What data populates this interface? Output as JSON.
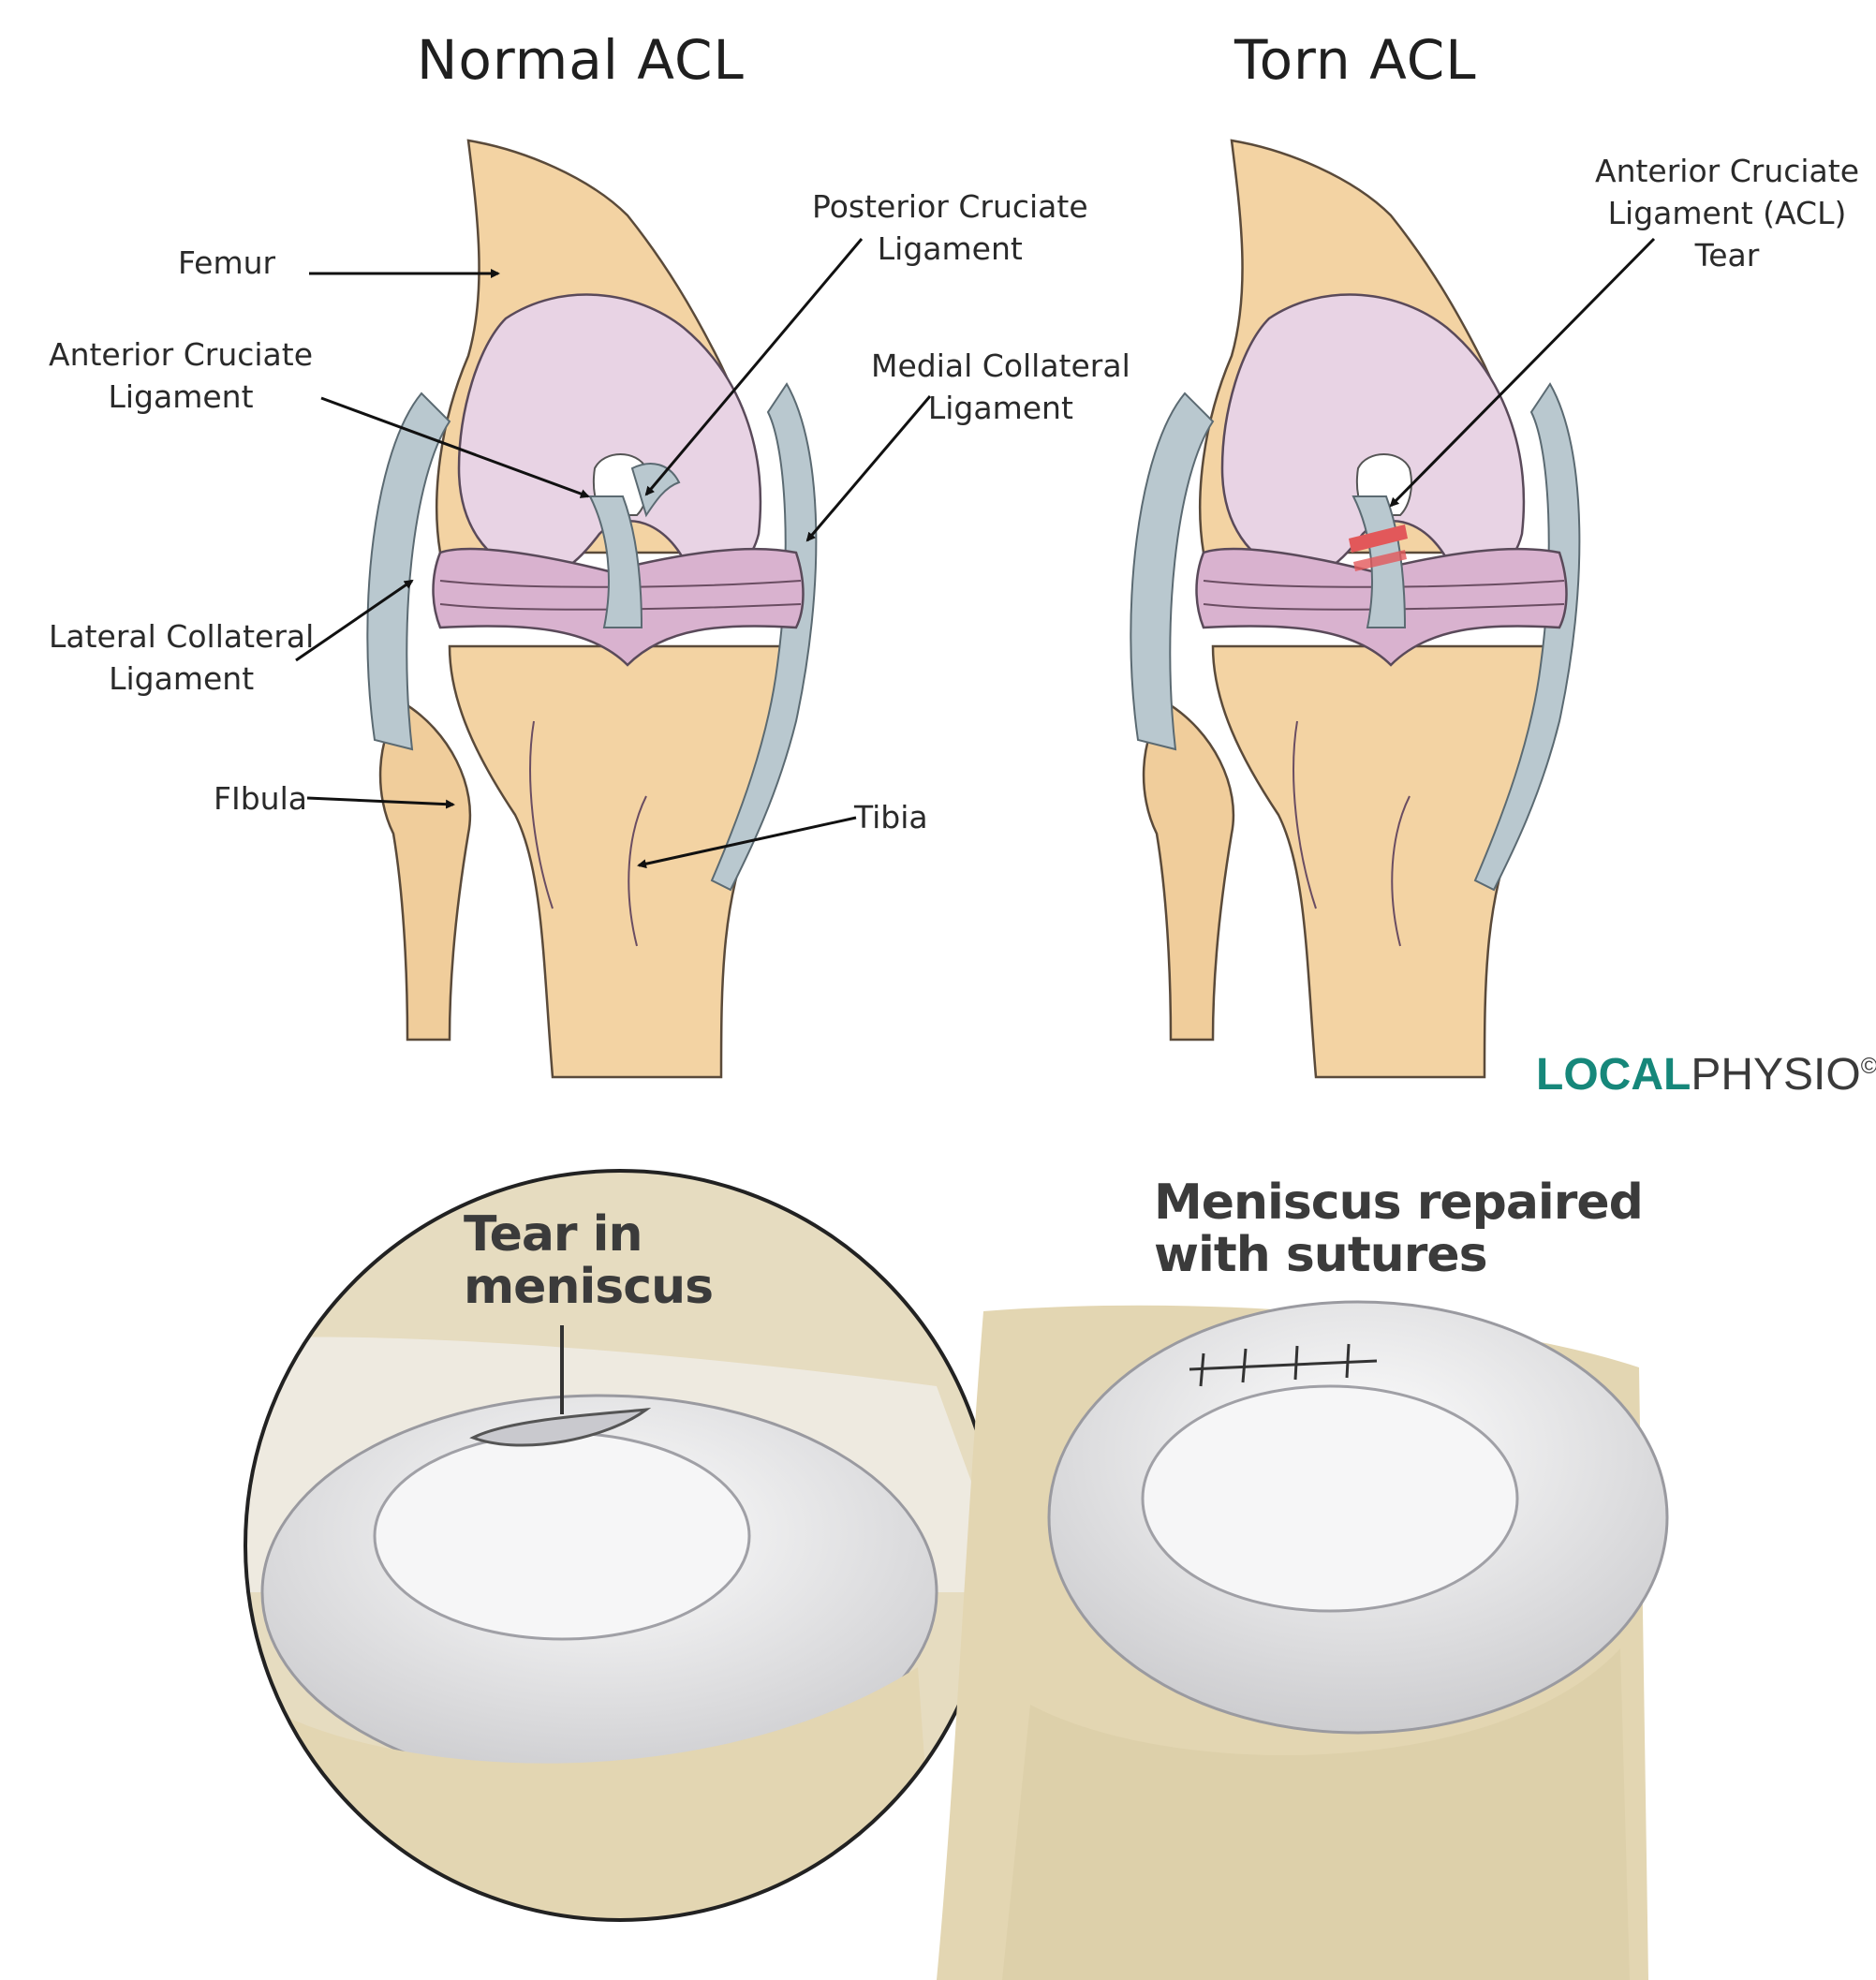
{
  "colors": {
    "bone": "#f3d3a3",
    "bone_shadow": "#d9ae78",
    "cartilage": "#e8d3e4",
    "meniscus": "#d9b2cf",
    "ligament": "#b9c8cf",
    "tear": "#e2585a",
    "meniscus_disc": "#eeeeef",
    "tibial_plateau": "#e3dcc3",
    "logo_accent": "#16877a",
    "logo_text": "#3a3a3a"
  },
  "normal": {
    "title": "Normal ACL",
    "labels": {
      "femur": "Femur",
      "acl_line1": "Anterior Cruciate",
      "acl_line2": "Ligament",
      "pcl_line1": "Posterior  Cruciate",
      "pcl_line2": "Ligament",
      "mcl_line1": "Medial Collateral",
      "mcl_line2": "Ligament",
      "lcl_line1": "Lateral Collateral",
      "lcl_line2": "Ligament",
      "fibula": "FIbula",
      "tibia": "Tibia"
    }
  },
  "torn": {
    "title": "Torn ACL",
    "labels": {
      "tear_line1": "Anterior Cruciate",
      "tear_line2": "Ligament (ACL)",
      "tear_line3": "Tear"
    }
  },
  "logo": {
    "accent": "LOCAL",
    "rest": "PHYSIO",
    "mark": "©"
  },
  "meniscus": {
    "tear_line1": "Tear in",
    "tear_line2": "meniscus",
    "repair_line1": "Meniscus repaired",
    "repair_line2": "with sutures"
  }
}
